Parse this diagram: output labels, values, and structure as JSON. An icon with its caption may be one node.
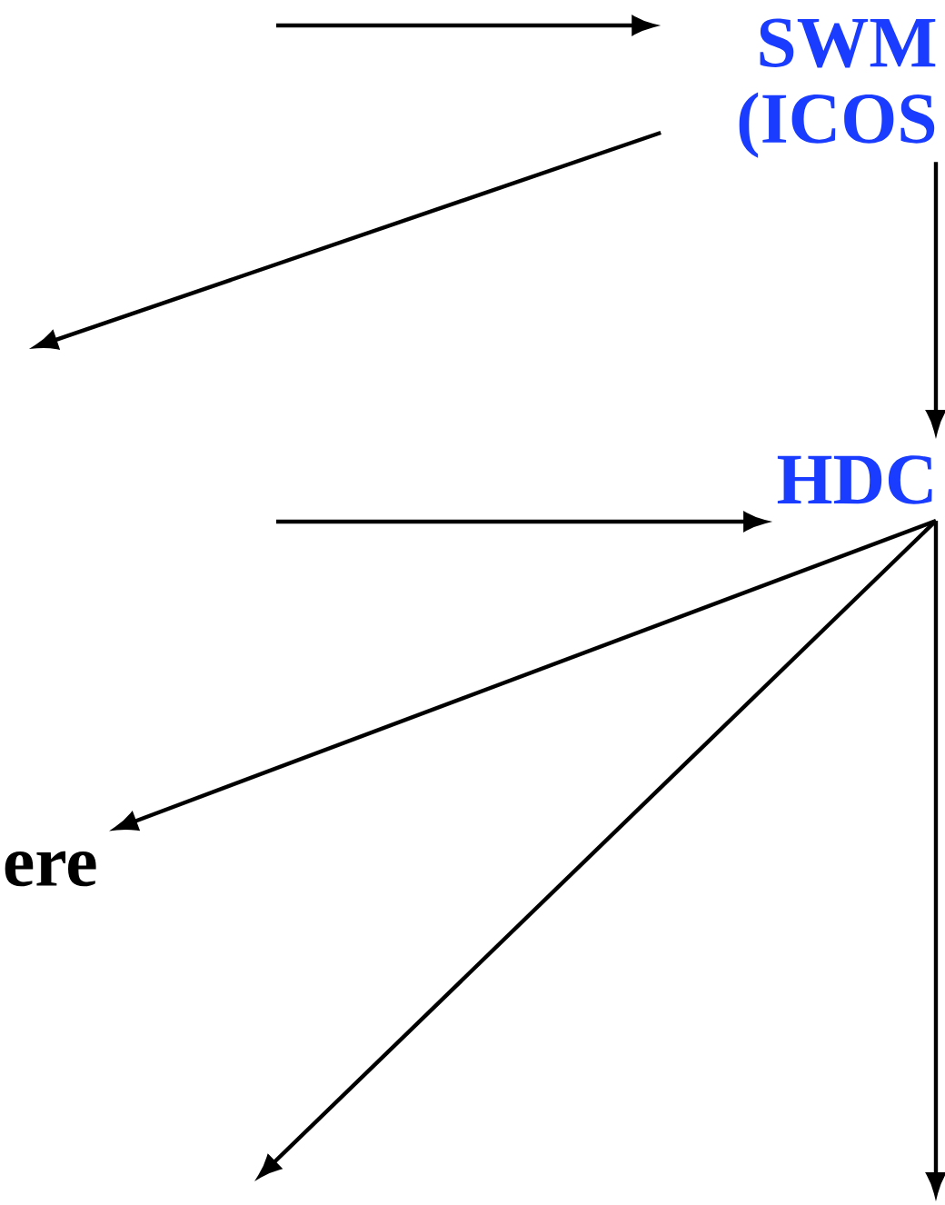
{
  "diagram": {
    "nodes": [
      {
        "text": [
          "SWM (ICOS"
        ]
      },
      {
        "text": [
          "HDC"
        ]
      },
      {
        "text": [
          "ere"
        ]
      }
    ],
    "edges": [
      {
        "from": null,
        "to": 0,
        "arrow": "to"
      },
      {
        "from": 0,
        "to": null,
        "arrow": "to"
      },
      {
        "from": 0,
        "to": 1,
        "arrow": "to"
      },
      {
        "from": null,
        "to": 1,
        "arrow": "to"
      },
      {
        "from": 1,
        "to": 2,
        "arrow": "to"
      },
      {
        "from": 1,
        "to": null,
        "arrow": "to"
      },
      {
        "from": 1,
        "to": null,
        "arrow": "to"
      }
    ]
  }
}
